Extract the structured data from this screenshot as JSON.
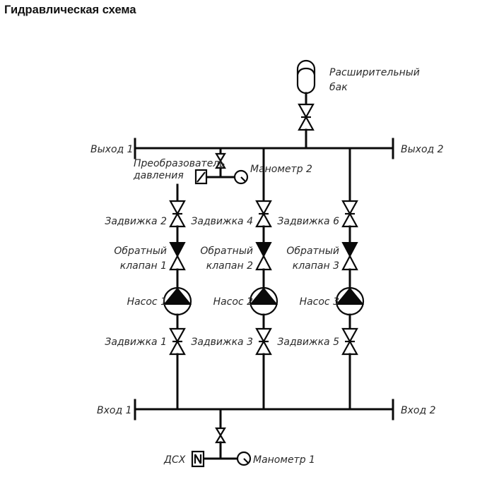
{
  "header": {
    "title": "Гидравлическая схема"
  },
  "diagram": {
    "expansion_tank": {
      "label_line1": "Расширительный",
      "label_line2": "бак"
    },
    "outlets": {
      "left": "Выход 1",
      "right": "Выход 2"
    },
    "inlets": {
      "left": "Вход 1",
      "right": "Вход 2"
    },
    "pressure_transducer": {
      "label_line1": "Преобразователь",
      "label_line2": "давления"
    },
    "manometer_top": "Манометр 2",
    "manometer_bottom": "Манометр 1",
    "dry_run_sensor": "ДСХ",
    "branches": [
      {
        "top_valve": "Задвижка 2",
        "check_valve_line1": "Обратный",
        "check_valve_line2": "клапан  1",
        "pump": "Насос 1",
        "bottom_valve": "Задвижка 1"
      },
      {
        "top_valve": "Задвижка 4",
        "check_valve_line1": "Обратный",
        "check_valve_line2": "клапан  2",
        "pump": "Насос 2",
        "bottom_valve": "Задвижка 3"
      },
      {
        "top_valve": "Задвижка 6",
        "check_valve_line1": "Обратный",
        "check_valve_line2": "клапан  3",
        "pump": "Насос 3",
        "bottom_valve": "Задвижка 5"
      }
    ],
    "colors": {
      "line": "#0a0a0a",
      "text": "#2a2a2a",
      "background": "#ffffff"
    }
  }
}
